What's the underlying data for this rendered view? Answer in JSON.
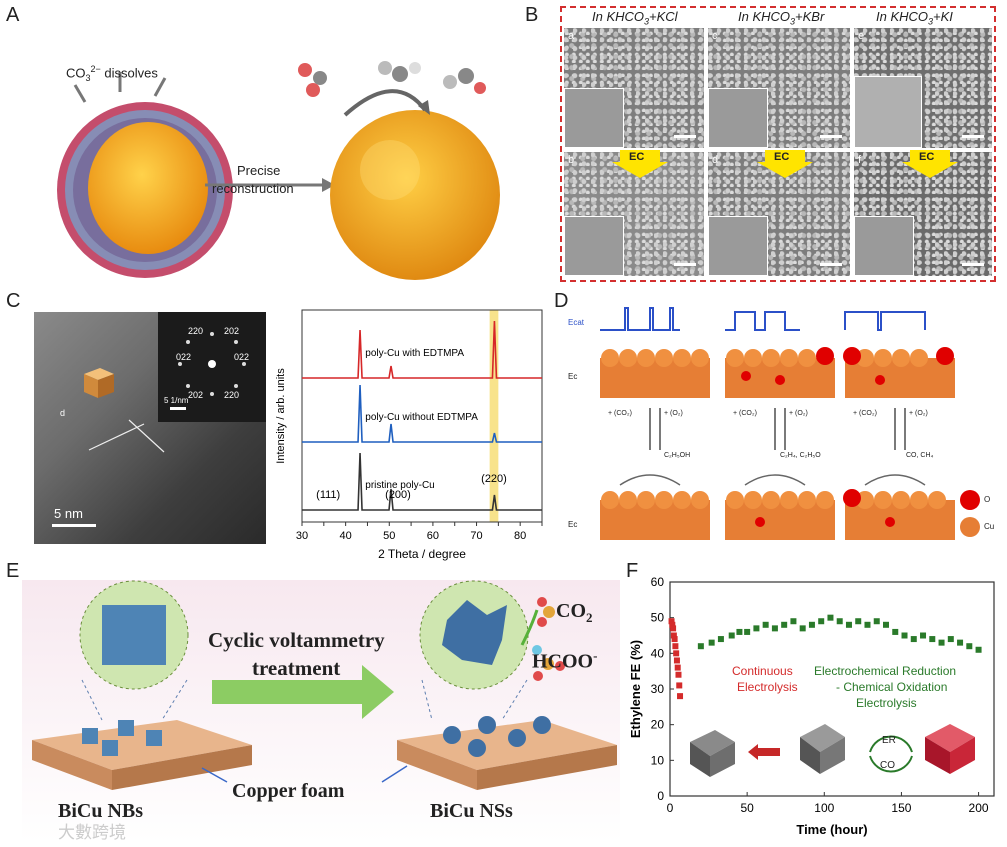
{
  "panels": {
    "A": {
      "label": "A",
      "dissolve": "CO",
      "dissolve_sup": "3",
      "dissolve_charge": "2−",
      "dissolve_tail": " dissolves",
      "arrow_line1": "Precise",
      "arrow_line2": "reconstruction"
    },
    "B": {
      "label": "B",
      "col1": "In KHCO",
      "col1b": "+KCl",
      "col2": "In KHCO",
      "col2b": "+KBr",
      "col3": "In KHCO",
      "col3b": "+KI",
      "sub": "3",
      "letters": [
        "a",
        "b",
        "c",
        "d",
        "e",
        "f"
      ],
      "ec": "EC"
    },
    "C": {
      "label": "C",
      "d_spacing": "d",
      "scale_tem": "5 nm",
      "scale_saed": "5 1/nm",
      "saed_labels": [
        "220",
        "202",
        "022",
        "022",
        "202",
        "220"
      ]
    },
    "D": {
      "label": "D",
      "potential_label": "Ecat",
      "ec_label": "Ec",
      "mid_left": [
        "+ (CO₂)",
        "+ (O₂)"
      ],
      "prod1": "C₂H₅OH",
      "prod2": "C₂H₄, C₂H₅O",
      "prod3": "CO, CH₄",
      "legend_o": "O",
      "legend_cu": "Cu"
    },
    "E": {
      "label": "E",
      "cv_line1": "Cyclic voltammetry",
      "cv_line2": "treatment",
      "co2": "CO",
      "co2_sub": "2",
      "hcoo": "HCOO",
      "hcoo_sup": "-",
      "foam": "Copper foam",
      "nbs": "BiCu NBs",
      "nss": "BiCu NSs"
    },
    "F": {
      "label": "F",
      "legend_red_line1": "Continuous",
      "legend_red_line2": "Electrolysis",
      "legend_green_line1": "Electrochemical Reduction",
      "legend_green_line2": "- Chemical Oxidation",
      "legend_green_line3": "Electrolysis",
      "er": "ER",
      "co": "CO"
    }
  },
  "watermark": "大數跨境",
  "chart_data": [
    {
      "type": "line",
      "panel": "C",
      "xlabel": "2 Theta / degree",
      "ylabel": "Intensity / arb. units",
      "xlim": [
        30,
        85
      ],
      "xticks": [
        30,
        35,
        40,
        45,
        50,
        55,
        60,
        65,
        70,
        75,
        80,
        85
      ],
      "highlight_x": [
        73,
        75
      ],
      "peak_labels": [
        {
          "text": "(111)",
          "x": 36
        },
        {
          "text": "(200)",
          "x": 52
        },
        {
          "text": "(220)",
          "x": 74
        }
      ],
      "series": [
        {
          "name": "poly-Cu with EDTMPA",
          "color": "#d62728",
          "peaks": [
            {
              "x": 43.3,
              "h": 0.8
            },
            {
              "x": 50.4,
              "h": 0.2
            },
            {
              "x": 74.1,
              "h": 0.95
            }
          ]
        },
        {
          "name": "poly-Cu without EDTMPA",
          "color": "#1f5fbf",
          "peaks": [
            {
              "x": 43.3,
              "h": 0.95
            },
            {
              "x": 50.4,
              "h": 0.3
            },
            {
              "x": 74.1,
              "h": 0.15
            }
          ]
        },
        {
          "name": "pristine poly-Cu",
          "color": "#333333",
          "peaks": [
            {
              "x": 43.3,
              "h": 0.95
            },
            {
              "x": 50.4,
              "h": 0.35
            },
            {
              "x": 74.1,
              "h": 0.25
            }
          ]
        }
      ]
    },
    {
      "type": "scatter",
      "panel": "F",
      "xlabel": "Time (hour)",
      "ylabel": "Ethylene FE (%)",
      "xlim": [
        0,
        210
      ],
      "ylim": [
        0,
        60
      ],
      "xticks": [
        0,
        50,
        100,
        150,
        200
      ],
      "yticks": [
        0,
        10,
        20,
        30,
        40,
        50,
        60
      ],
      "series": [
        {
          "name": "Continuous Electrolysis",
          "color": "#d42b2b",
          "points": [
            [
              1,
              49
            ],
            [
              1.5,
              48
            ],
            [
              2,
              47
            ],
            [
              2.5,
              45
            ],
            [
              3,
              44
            ],
            [
              3.5,
              42
            ],
            [
              4,
              40
            ],
            [
              4.5,
              38
            ],
            [
              5,
              36
            ],
            [
              5.5,
              34
            ],
            [
              6,
              31
            ],
            [
              6.5,
              28
            ]
          ]
        },
        {
          "name": "Electrochemical Reduction - Chemical Oxidation Electrolysis",
          "color": "#2a7a2a",
          "points": [
            [
              20,
              42
            ],
            [
              27,
              43
            ],
            [
              33,
              44
            ],
            [
              40,
              45
            ],
            [
              45,
              46
            ],
            [
              50,
              46
            ],
            [
              56,
              47
            ],
            [
              62,
              48
            ],
            [
              68,
              47
            ],
            [
              74,
              48
            ],
            [
              80,
              49
            ],
            [
              86,
              47
            ],
            [
              92,
              48
            ],
            [
              98,
              49
            ],
            [
              104,
              50
            ],
            [
              110,
              49
            ],
            [
              116,
              48
            ],
            [
              122,
              49
            ],
            [
              128,
              48
            ],
            [
              134,
              49
            ],
            [
              140,
              48
            ],
            [
              146,
              46
            ],
            [
              152,
              45
            ],
            [
              158,
              44
            ],
            [
              164,
              45
            ],
            [
              170,
              44
            ],
            [
              176,
              43
            ],
            [
              182,
              44
            ],
            [
              188,
              43
            ],
            [
              194,
              42
            ],
            [
              200,
              41
            ]
          ]
        }
      ]
    }
  ]
}
